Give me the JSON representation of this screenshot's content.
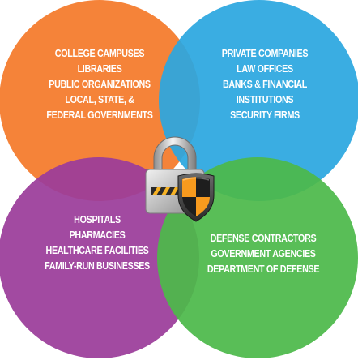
{
  "colors": {
    "top_left": "#F47A2A",
    "top_right": "#2BA7E0",
    "bottom_left": "#9B3C9A",
    "bottom_right": "#4CB94A",
    "shield_orange": "#F79A1E",
    "shield_dark": "#1E1E1E"
  },
  "circles": {
    "top_left": {
      "lines": [
        "COLLEGE CAMPUSES",
        "LIBRARIES",
        "PUBLIC ORGANIZATIONS",
        "LOCAL, STATE, &",
        "FEDERAL GOVERNMENTS"
      ]
    },
    "top_right": {
      "lines": [
        "PRIVATE COMPANIES",
        "LAW OFFICES",
        "BANKS & FINANCIAL",
        "INSTITUTIONS",
        "SECURITY FIRMS"
      ]
    },
    "bottom_left": {
      "lines": [
        "HOSPITALS",
        "PHARMACIES",
        "HEALTHCARE FACILITIES",
        "FAMILY-RUN BUSINESSES"
      ]
    },
    "bottom_right": {
      "lines": [
        "DEFENSE CONTRACTORS",
        "GOVERNMENT AGENCIES",
        "DEPARTMENT OF DEFENSE"
      ]
    }
  },
  "center_icon": "padlock-with-shield-icon"
}
